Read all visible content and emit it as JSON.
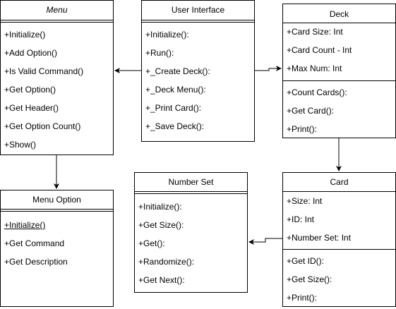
{
  "menu": {
    "title": "Menu",
    "methods": [
      "+Initialize()",
      "+Add Option()",
      "+Is Valid Command()",
      "+Get Option()",
      "+Get Header()",
      "+Get Option Count()",
      "+Show()"
    ]
  },
  "user_interface": {
    "title": "User Interface",
    "methods": [
      "+Initialize():",
      "+Run():",
      "+_Create Deck():",
      "+_Deck Menu():",
      "+_Print Card():",
      "+_Save Deck():"
    ]
  },
  "deck": {
    "title": "Deck",
    "attributes": [
      "+Card Size: Int",
      "+Card Count - Int",
      "+Max Num: Int"
    ],
    "methods": [
      "+Count Cards():",
      "+Get Card():",
      "+Print():"
    ]
  },
  "menu_option": {
    "title": "Menu Option",
    "methods": [
      "+Initialize()",
      "+Get Command",
      "+Get Description"
    ]
  },
  "number_set": {
    "title": "Number Set",
    "methods": [
      "+Initialize():",
      "+Get Size():",
      "+Get():",
      "+Randomize():",
      "+Get Next():"
    ]
  },
  "card": {
    "title": "Card",
    "attributes": [
      "+Size: Int",
      "+ID: Int",
      "+Number Set: Int"
    ],
    "methods": [
      "+Get ID():",
      "+Get Size():",
      "+Print():"
    ]
  }
}
